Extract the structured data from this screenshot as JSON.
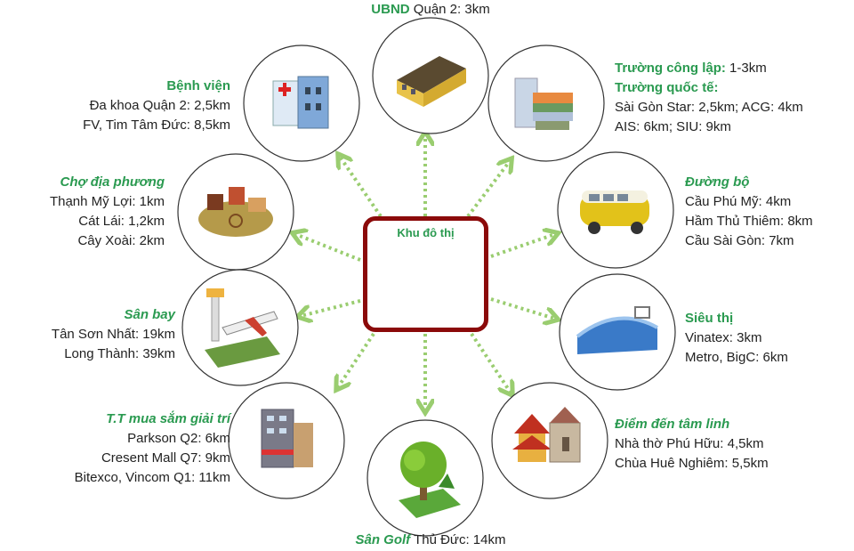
{
  "center": {
    "title": "Khu đô thị"
  },
  "colors": {
    "accent_green": "#2a9a50",
    "arrow_green": "#9acd70",
    "box_border": "#8b0a0a"
  },
  "destinations": {
    "ubnd": {
      "title": "UBND",
      "text": " Quận 2: 3km",
      "icon": "government-building-icon"
    },
    "hospital": {
      "title": "Bệnh viện",
      "lines": [
        "Đa khoa Quận 2: 2,5km",
        "FV, Tim Tâm Đức: 8,5km"
      ],
      "icon": "hospital-icon"
    },
    "market": {
      "title": "Chợ địa phương",
      "lines": [
        "Thạnh Mỹ Lợi: 1km",
        "Cát Lái: 1,2km",
        "Cây Xoài: 2km"
      ],
      "icon": "market-icon"
    },
    "school": {
      "title1": "Trường công lập:",
      "text1": " 1-3km",
      "title2": "Trường quốc tế:",
      "lines": [
        "Sài Gòn Star: 2,5km; ACG: 4km",
        "AIS: 6km; SIU: 9km"
      ],
      "icon": "school-books-icon"
    },
    "road": {
      "title": "Đường bộ",
      "lines": [
        "Cầu Phú Mỹ: 4km",
        "Hầm Thủ Thiêm: 8km",
        "Cầu Sài Gòn: 7km"
      ],
      "icon": "bus-icon"
    },
    "airport": {
      "title": "Sân bay",
      "lines": [
        "Tân Sơn Nhất: 19km",
        "Long Thành: 39km"
      ],
      "icon": "airplane-icon"
    },
    "supermarket": {
      "title": "Siêu thị",
      "lines": [
        "Vinatex: 3km",
        "Metro, BigC: 6km"
      ],
      "icon": "supermarket-icon"
    },
    "shopping": {
      "title": "T.T mua sắm giải trí",
      "lines": [
        "Parkson Q2: 6km",
        "Cresent Mall Q7: 9km",
        "Bitexco, Vincom Q1: 11km"
      ],
      "icon": "mall-building-icon"
    },
    "golf": {
      "title": "Sân Golf",
      "text": " Thủ Đức: 14km",
      "icon": "tree-icon"
    },
    "spiritual": {
      "title": "Điểm đến tâm linh",
      "lines": [
        "Nhà thờ Phú Hữu: 4,5km",
        "Chùa Huê Nghiêm: 5,5km"
      ],
      "icon": "church-pagoda-icon"
    }
  }
}
